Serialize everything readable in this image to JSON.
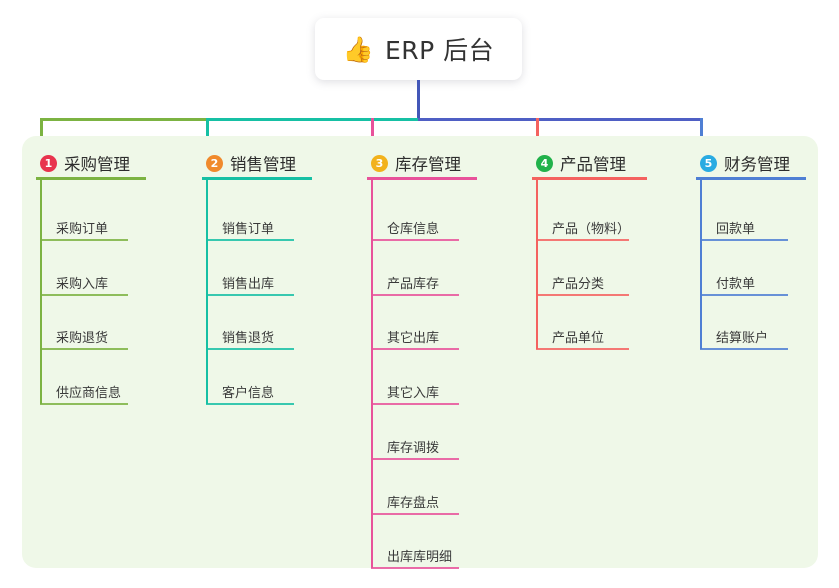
{
  "root": {
    "icon": "thumbs-up-emoji",
    "emoji": "👍",
    "title": "ERP 后台"
  },
  "canvas": {
    "background": "#eff8e8"
  },
  "connector_colors": {
    "stem": "#4357b8",
    "bar_left": "#7cb342",
    "bar_mid": "#16c0a4",
    "bar_right": "#4f5fc4",
    "drop1": "#7cb342",
    "drop2": "#16c0a4",
    "drop3": "#e8529a",
    "drop4": "#f4625f",
    "drop5": "#4f7fd4"
  },
  "columns": [
    {
      "index": "1",
      "title": "采购管理",
      "badge_color": "#e8344e",
      "line_color": "#7cb342",
      "rule_width": 110,
      "items": [
        {
          "label": "采购订单"
        },
        {
          "label": "采购入库"
        },
        {
          "label": "采购退货"
        },
        {
          "label": "供应商信息"
        }
      ]
    },
    {
      "index": "2",
      "title": "销售管理",
      "badge_color": "#f08a2c",
      "line_color": "#16c0a4",
      "rule_width": 110,
      "items": [
        {
          "label": "销售订单"
        },
        {
          "label": "销售出库"
        },
        {
          "label": "销售退货"
        },
        {
          "label": "客户信息"
        }
      ]
    },
    {
      "index": "3",
      "title": "库存管理",
      "badge_color": "#f2b21c",
      "line_color": "#e8529a",
      "rule_width": 110,
      "items": [
        {
          "label": "仓库信息"
        },
        {
          "label": "产品库存"
        },
        {
          "label": "其它出库"
        },
        {
          "label": "其它入库"
        },
        {
          "label": "库存调拨"
        },
        {
          "label": "库存盘点"
        },
        {
          "label": "出库库明细"
        }
      ]
    },
    {
      "index": "4",
      "title": "产品管理",
      "badge_color": "#21b24b",
      "line_color": "#f4625f",
      "rule_width": 115,
      "items": [
        {
          "label": "产品（物料）"
        },
        {
          "label": "产品分类"
        },
        {
          "label": "产品单位"
        }
      ]
    },
    {
      "index": "5",
      "title": "财务管理",
      "badge_color": "#29abe2",
      "line_color": "#4f7fd4",
      "rule_width": 110,
      "items": [
        {
          "label": "回款单"
        },
        {
          "label": "付款单"
        },
        {
          "label": "结算账户"
        }
      ]
    }
  ]
}
